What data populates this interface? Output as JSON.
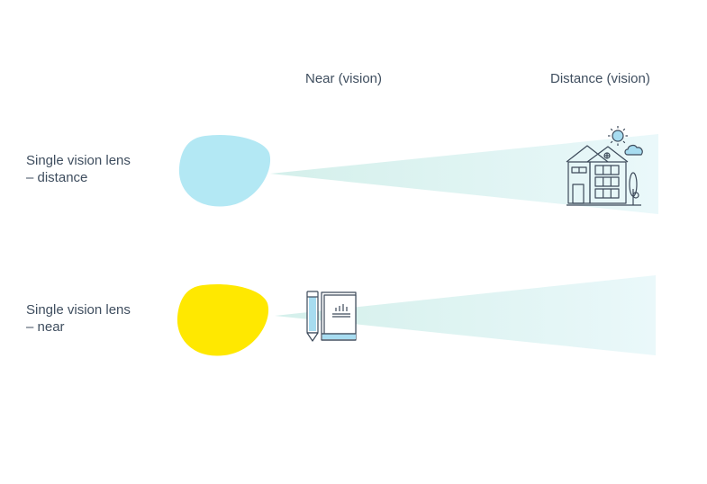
{
  "columns": {
    "near": "Near (vision)",
    "distance": "Distance (vision)"
  },
  "rows": [
    {
      "line1": "Single vision lens",
      "line2": "– distance",
      "lens_color": "#b3e8f4"
    },
    {
      "line1": "Single vision lens",
      "line2": "– near",
      "lens_color": "#ffe800"
    }
  ],
  "colors": {
    "beam": "#d4f0ee",
    "icon_stroke": "#3d4a5a",
    "icon_accent": "#a7dcf0"
  }
}
